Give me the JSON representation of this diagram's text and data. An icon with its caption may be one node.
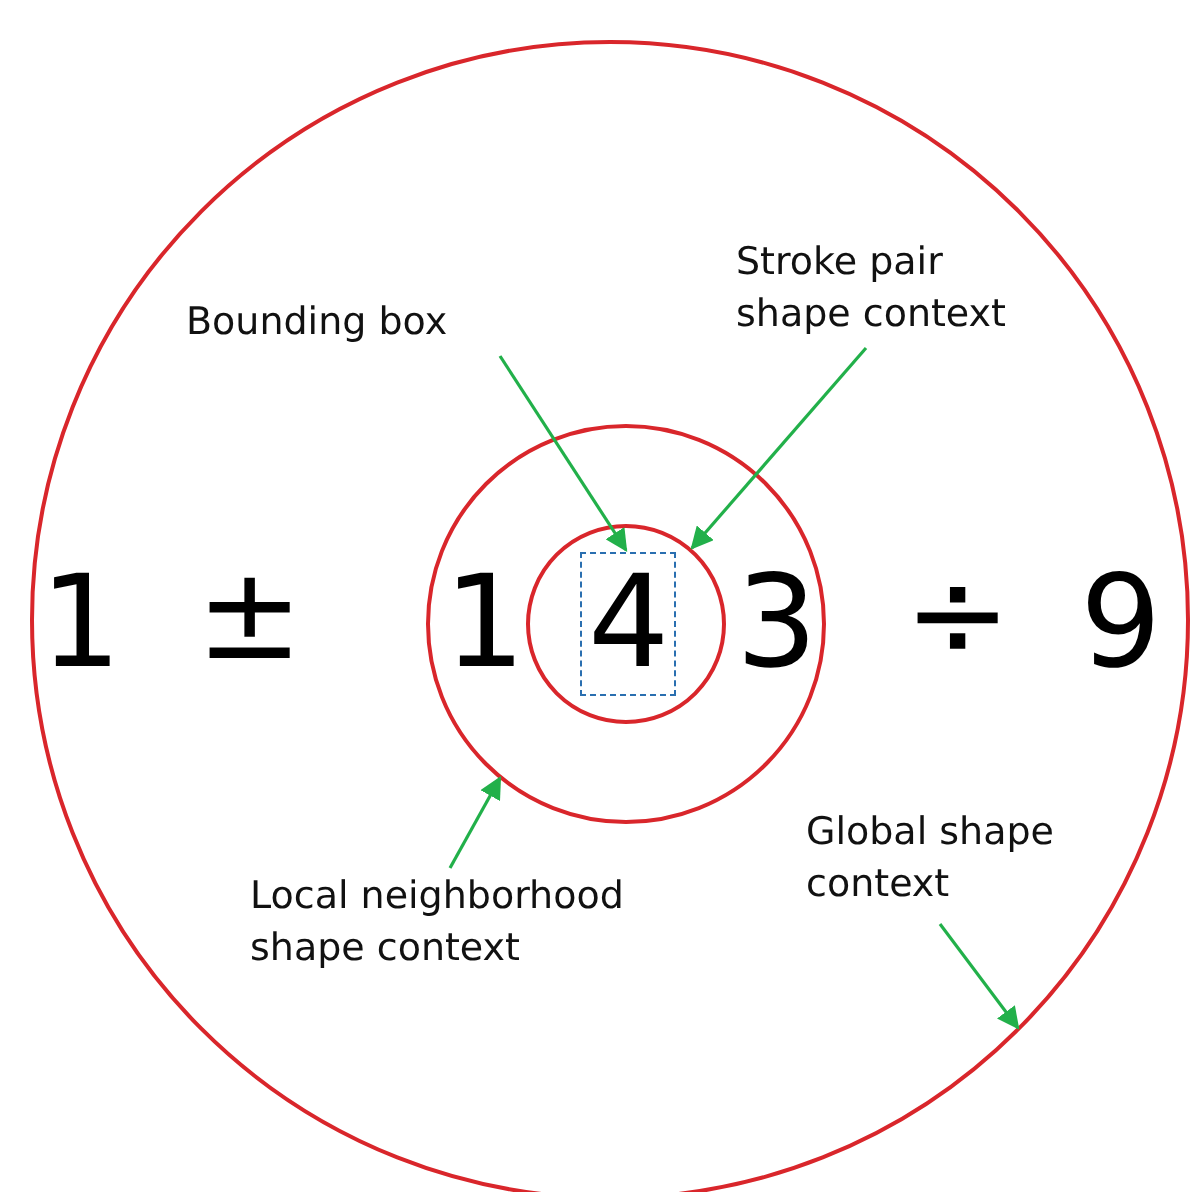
{
  "diagram": {
    "nodes": [
      {
        "text": [],
        "shape": "circle"
      },
      {
        "text": [],
        "shape": "circle",
        "in": 0
      },
      {
        "text": [],
        "shape": "circle",
        "in": 1
      },
      {
        "text": [],
        "shape": "box",
        "in": 2
      },
      {
        "text": [
          "Bounding box"
        ],
        "in": 0
      },
      {
        "text": [
          "Stroke pair shape context"
        ],
        "in": 0
      },
      {
        "text": [
          "Local neighborhood shape context"
        ],
        "in": 0
      },
      {
        "text": [
          "Global shape context"
        ],
        "in": 0
      }
    ],
    "edges": [
      {
        "from": 4,
        "to": 3,
        "arrow": "to"
      },
      {
        "from": 5,
        "to": 2,
        "arrow": "to"
      },
      {
        "from": 6,
        "to": 1,
        "arrow": "to"
      },
      {
        "from": 7,
        "to": 0,
        "arrow": "to"
      }
    ],
    "labels": [
      "1",
      "±",
      "1",
      "4",
      "3",
      "÷",
      "9"
    ]
  }
}
